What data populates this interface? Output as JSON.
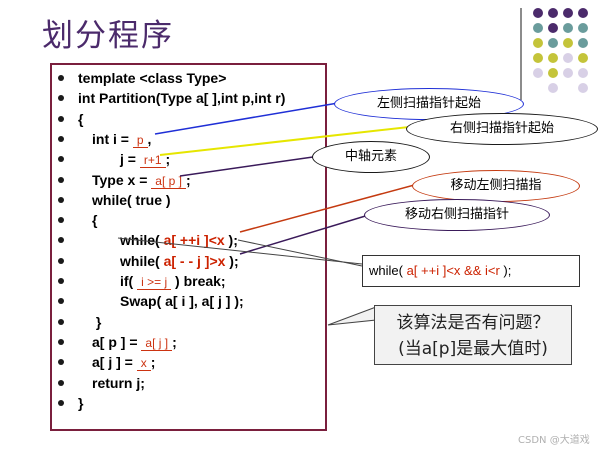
{
  "title": "划分程序",
  "code_lines": [
    {
      "indent": 0,
      "parts": [
        {
          "t": "template <class Type>"
        }
      ]
    },
    {
      "indent": 0,
      "parts": [
        {
          "t": "int Partition(Type a[ ],int p,int r)"
        }
      ]
    },
    {
      "indent": 0,
      "parts": [
        {
          "t": "{"
        }
      ]
    },
    {
      "indent": 1,
      "parts": [
        {
          "t": "int i = "
        },
        {
          "t": "p",
          "blank": true
        },
        {
          "t": ","
        }
      ]
    },
    {
      "indent": 2,
      "parts": [
        {
          "t": "j = "
        },
        {
          "t": "r+1",
          "blank": true
        },
        {
          "t": ";"
        }
      ]
    },
    {
      "indent": 1,
      "parts": [
        {
          "t": "Type x = "
        },
        {
          "t": "a[ p ]",
          "blank": true
        },
        {
          "t": ";"
        }
      ]
    },
    {
      "indent": 1,
      "parts": [
        {
          "t": "while( true )"
        }
      ]
    },
    {
      "indent": 1,
      "parts": [
        {
          "t": "{"
        }
      ]
    },
    {
      "indent": 2,
      "parts": [
        {
          "t": "while( "
        },
        {
          "t": "a[ ++i ]<x",
          "red": true
        },
        {
          "t": " );"
        }
      ]
    },
    {
      "indent": 2,
      "parts": [
        {
          "t": "while( "
        },
        {
          "t": "a[ - - j ]>x",
          "red": true
        },
        {
          "t": " );"
        }
      ]
    },
    {
      "indent": 2,
      "parts": [
        {
          "t": "if( "
        },
        {
          "t": "i >= j",
          "blank": true
        },
        {
          "t": " ) break;"
        }
      ]
    },
    {
      "indent": 2,
      "parts": [
        {
          "t": "Swap( a[ i ], a[ j ] );"
        }
      ]
    },
    {
      "indent": 1,
      "parts": [
        {
          "t": " }"
        }
      ]
    },
    {
      "indent": 1,
      "parts": [
        {
          "t": "a[ p ] = "
        },
        {
          "t": "a[ j ]",
          "blank": true
        },
        {
          "t": ";"
        }
      ]
    },
    {
      "indent": 1,
      "parts": [
        {
          "t": "a[ j ] = "
        },
        {
          "t": "x",
          "blank": true
        },
        {
          "t": ";"
        }
      ]
    },
    {
      "indent": 1,
      "parts": [
        {
          "t": "return j;"
        }
      ]
    },
    {
      "indent": 0,
      "parts": [
        {
          "t": "}"
        }
      ]
    }
  ],
  "callouts": {
    "left_scan_start": "左侧扫描指针起始",
    "right_scan_start": "右侧扫描指针起始",
    "pivot": "中轴元素",
    "move_left_scan": "移动左侧扫描指",
    "move_right_scan": "移动右侧扫描指针"
  },
  "note_box": {
    "prefix": "while( ",
    "cond": "a[ ++i ]<x && i<r",
    "suffix": " );"
  },
  "question": {
    "line1": "该算法是否有问题？",
    "line2": "(当a[p]是最大值时)"
  },
  "watermark": "CSDN @大道戏",
  "colors": {
    "title": "#4b2a6b",
    "code_border": "#7a1f3d",
    "highlight": "#cc2200",
    "dot_purple": "#4b2a6b",
    "dot_teal": "#6a9c9c",
    "dot_olive": "#c4c43a",
    "dot_lavender": "#d8d0e6"
  }
}
